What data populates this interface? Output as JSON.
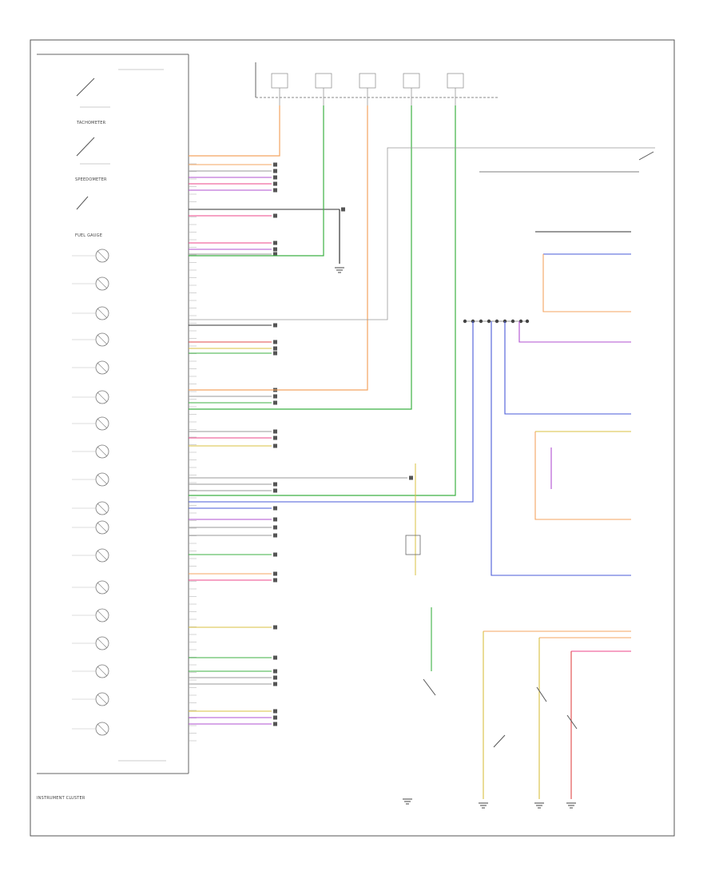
{
  "cluster": {
    "title": "INSTRUMENT CLUSTER",
    "gauges": [
      {
        "label": "TACHOMETER"
      },
      {
        "label": "SPEEDOMETER"
      },
      {
        "label": "FUEL GAUGE"
      }
    ]
  },
  "wire_colors": {
    "orange": "#f4a460",
    "green": "#3cb043",
    "blue": "#4a5bd8",
    "purple": "#b050d0",
    "pink": "#ee4488",
    "yellow": "#d8c040",
    "red": "#e04848",
    "black": "#333333",
    "gray": "#999999"
  }
}
